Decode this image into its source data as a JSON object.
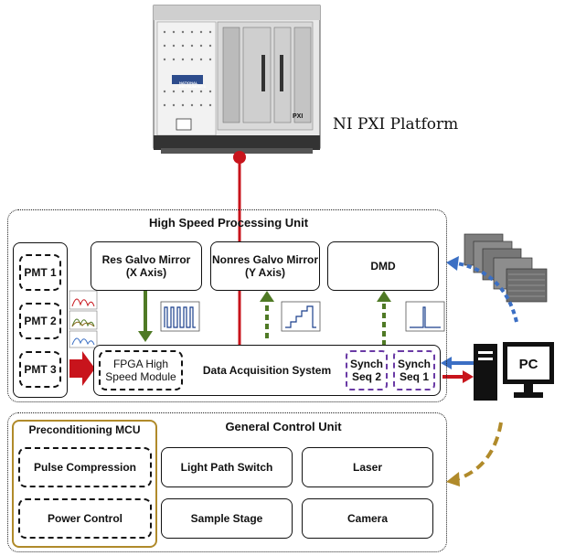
{
  "pxi_platform": {
    "caption": "NI PXI Platform",
    "brand": "NATIONAL INSTRUMENTS",
    "chassis_label": "PXI"
  },
  "hspu": {
    "title": "High Speed Processing Unit",
    "pmts": [
      "PMT 1",
      "PMT 2",
      "PMT 3"
    ],
    "res_galvo": "Res Galvo Mirror\n(X Axis)",
    "nonres_galvo": "Nonres Galvo Mirror\n(Y Axis)",
    "dmd": "DMD",
    "fpga": "FPGA High\nSpeed Module",
    "das": "Data Acquisition System",
    "synch2": "Synch\nSeq 2",
    "synch1": "Synch\nSeq 1"
  },
  "pc": {
    "label": "PC"
  },
  "gcu": {
    "title": "General Control Unit",
    "mcu_title": "Preconditioning MCU",
    "pulse_compression": "Pulse Compression",
    "power_control": "Power Control",
    "light_path_switch": "Light Path Switch",
    "laser": "Laser",
    "sample_stage": "Sample Stage",
    "camera": "Camera"
  },
  "colors": {
    "red": "#c8141c",
    "green": "#4f7a25",
    "blue": "#3b6fc4",
    "gold": "#b08a2a",
    "purple": "#6a3aa5"
  }
}
